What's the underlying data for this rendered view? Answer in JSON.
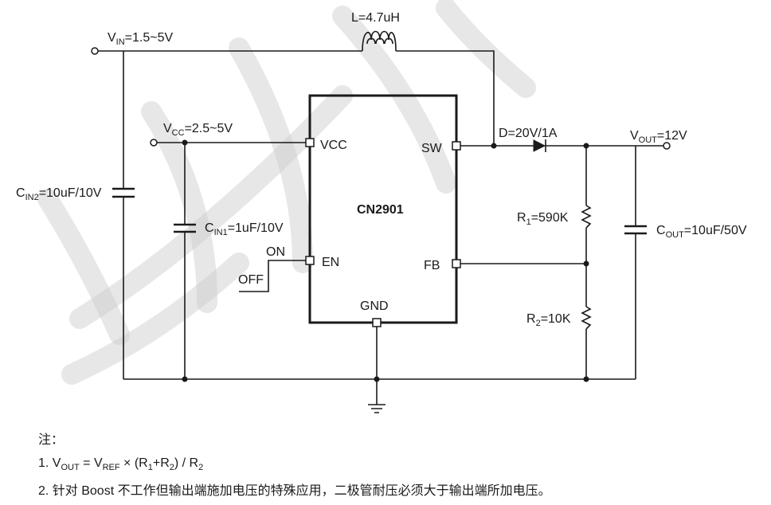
{
  "inductor": {
    "label": "L=4.7uH"
  },
  "vin": {
    "main": "V",
    "sub": "IN",
    "rest": "=1.5~5V"
  },
  "vcc": {
    "main": "V",
    "sub": "CC",
    "rest": "=2.5~5V"
  },
  "cin2": {
    "main": "C",
    "sub": "IN2",
    "rest": "=10uF/10V"
  },
  "cin1": {
    "main": "C",
    "sub": "IN1",
    "rest": "=1uF/10V"
  },
  "switch": {
    "on": "ON",
    "off": "OFF"
  },
  "chip": {
    "name": "CN2901",
    "pins": {
      "vcc": "VCC",
      "en": "EN",
      "sw": "SW",
      "fb": "FB",
      "gnd": "GND"
    }
  },
  "diode": {
    "label": "D=20V/1A"
  },
  "vout": {
    "main": "V",
    "sub": "OUT",
    "rest": "=12V"
  },
  "r1": {
    "main": "R",
    "sub": "1",
    "rest": "=590K"
  },
  "r2": {
    "main": "R",
    "sub": "2",
    "rest": "=10K"
  },
  "cout": {
    "main": "C",
    "sub": "OUT",
    "rest": "=10uF/50V"
  },
  "notes": {
    "heading": "注：",
    "note1": {
      "prefix": "1. V",
      "sub_out": "OUT",
      "eq": " = V",
      "sub_ref": "REF",
      "mid": " × (R",
      "sub_1": "1",
      "plus": "+R",
      "sub_2": "2",
      "div": ") / R",
      "sub_2b": "2"
    },
    "note2": "2. 针对 Boost 不工作但输出端施加电压的特殊应用，二极管耐压必须大于输出端所加电压。"
  }
}
